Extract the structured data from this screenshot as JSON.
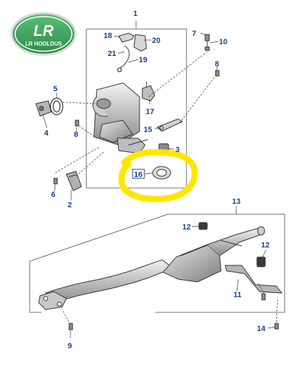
{
  "logo": {
    "emblem_text": "LR",
    "sub_text": "LR HOOLDUS",
    "color": "#3aa35a"
  },
  "callouts": {
    "c1": "1",
    "c2": "2",
    "c3": "3",
    "c4": "4",
    "c5": "5",
    "c6": "6",
    "c7": "7",
    "c8a": "8",
    "c8b": "8",
    "c9": "9",
    "c10": "10",
    "c11": "11",
    "c12a": "12",
    "c12b": "12",
    "c13": "13",
    "c14": "14",
    "c15": "15",
    "c16": "16",
    "c17": "17",
    "c18": "18",
    "c19": "19",
    "c20": "20",
    "c21": "21"
  },
  "colors": {
    "callout_text": "#1a3e8c",
    "line": "#333333",
    "highlight": "#ffe600"
  }
}
